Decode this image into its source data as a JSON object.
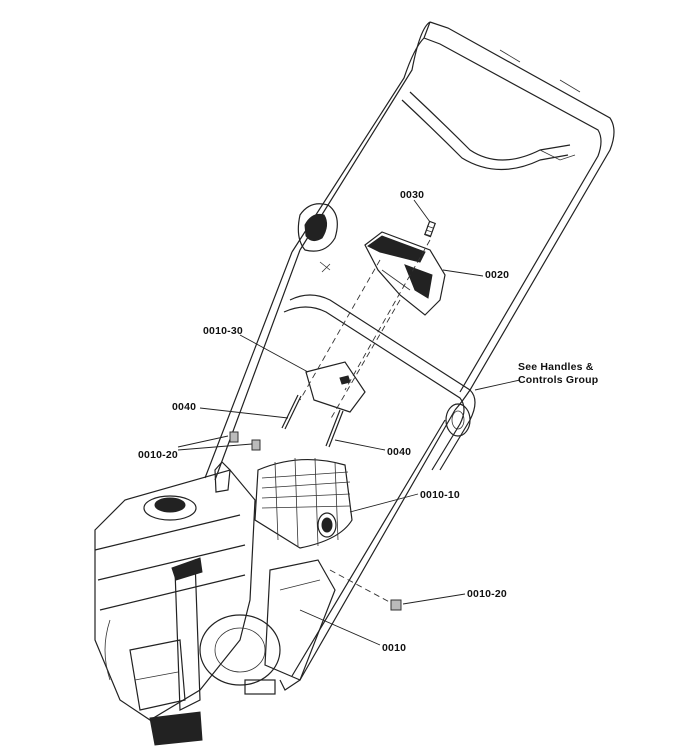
{
  "callouts": {
    "c0030": "0030",
    "c0020": "0020",
    "c0010_30": "0010-30",
    "see_handles": "See Handles & Controls Group",
    "c0040_left": "0040",
    "c0010_20_left": "0010-20",
    "c0040_right": "0040",
    "c0010_10": "0010-10",
    "c0010_20_right": "0010-20",
    "c0010": "0010"
  },
  "colors": {
    "line": "#222222",
    "background": "#ffffff"
  }
}
